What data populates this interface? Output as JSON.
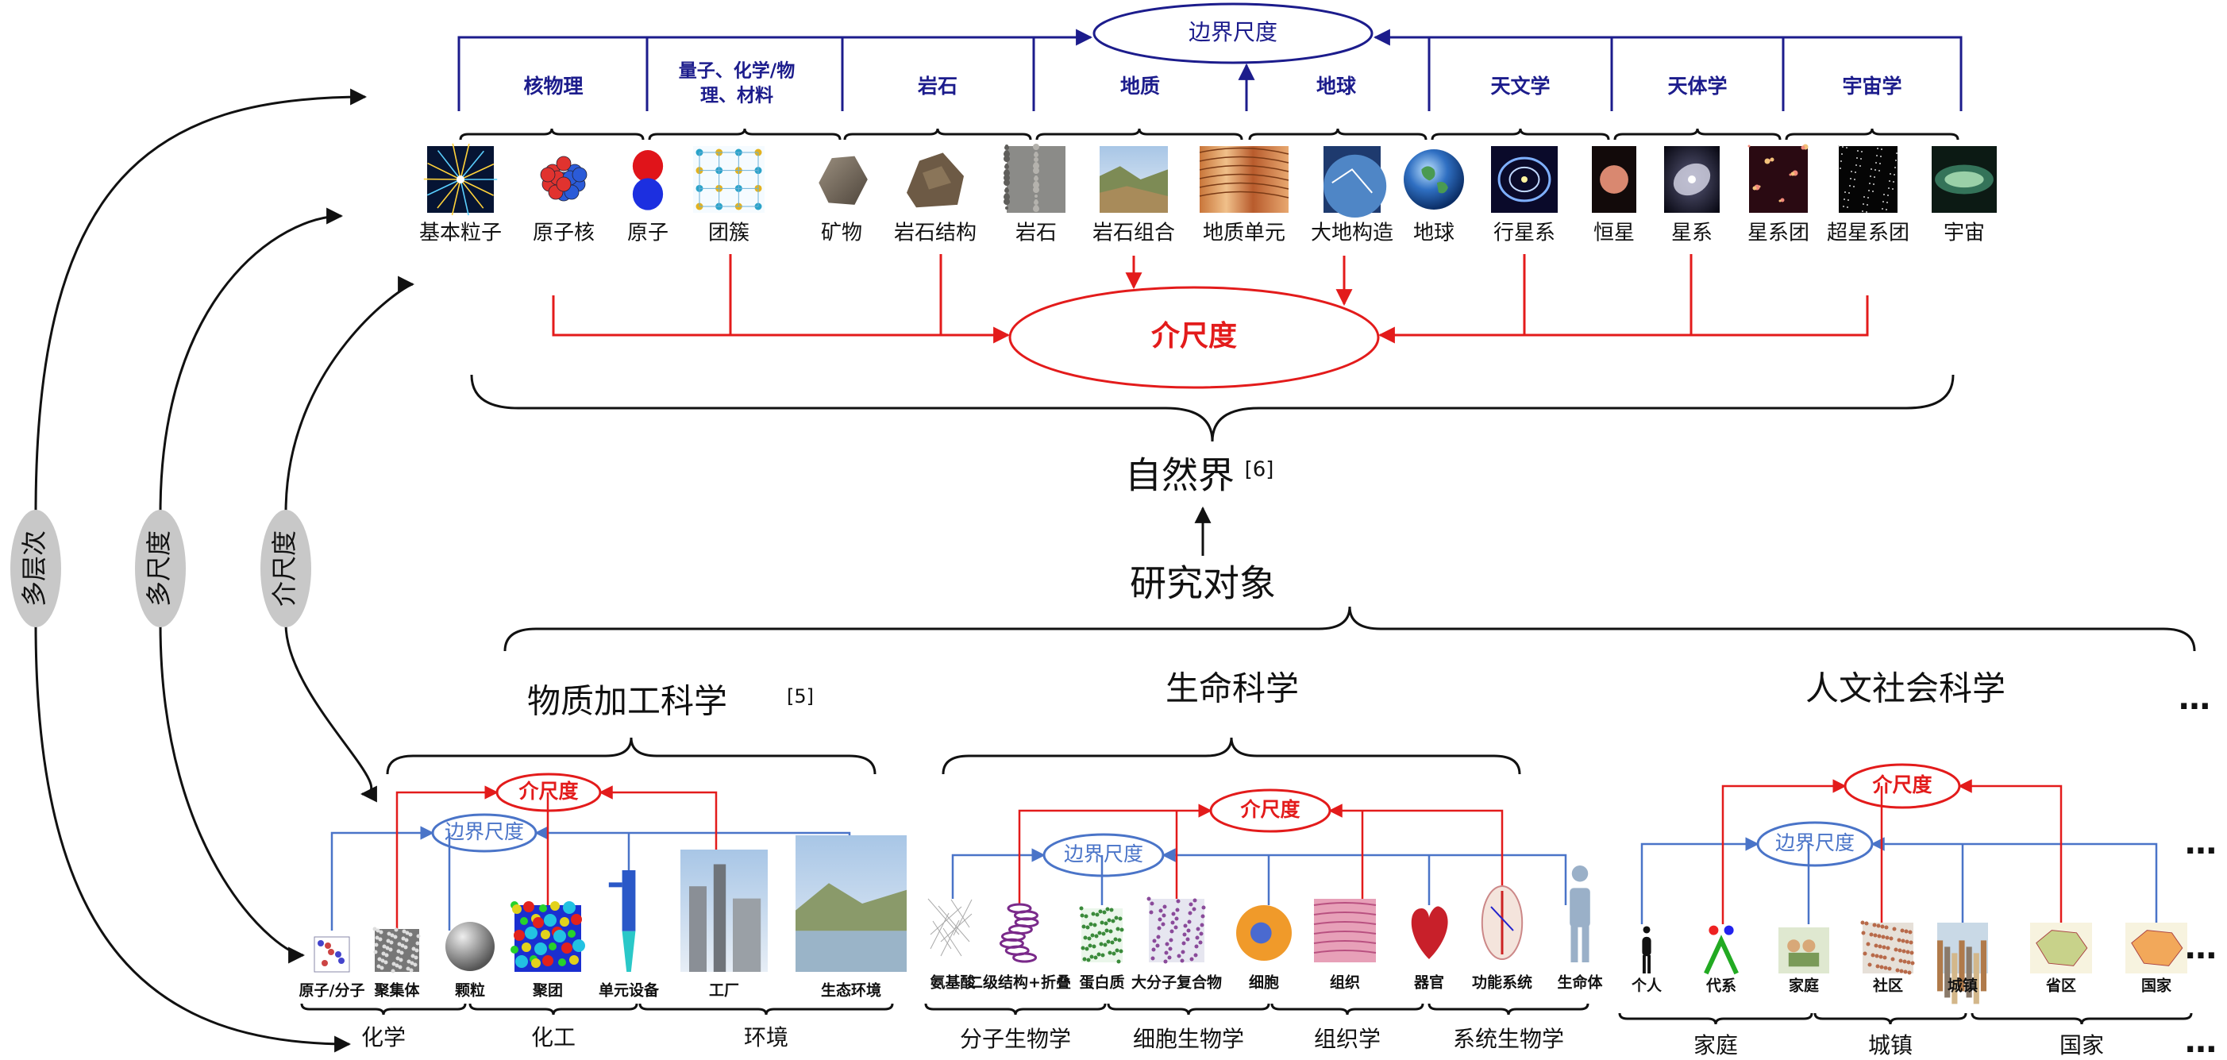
{
  "colors": {
    "boundary": "#1c1c8c",
    "boundary_light": "#4a74c8",
    "meso": "#e31b1b",
    "text": "#111111"
  },
  "nature": {
    "boundary_scale": "边界尺度",
    "meso_scale": "介尺度",
    "title": "自然界",
    "title_ref": "[6]",
    "disciplines": [
      "核物理",
      "量子、化学/物理、材料",
      "岩石",
      "地质",
      "地球",
      "天文学",
      "天体学",
      "宇宙学"
    ],
    "levels": [
      {
        "label": "基本粒子",
        "icon": "particle-collision-icon"
      },
      {
        "label": "原子核",
        "icon": "atomic-nucleus-icon"
      },
      {
        "label": "原子",
        "icon": "atom-icon"
      },
      {
        "label": "团簇",
        "icon": "cluster-lattice-icon"
      },
      {
        "label": "矿物",
        "icon": "mineral-icon"
      },
      {
        "label": "岩石结构",
        "icon": "rock-structure-icon"
      },
      {
        "label": "岩石",
        "icon": "rock-icon"
      },
      {
        "label": "岩石组合",
        "icon": "rock-assemblage-icon"
      },
      {
        "label": "地质单元",
        "icon": "geologic-unit-icon"
      },
      {
        "label": "大地构造",
        "icon": "tectonics-icon"
      },
      {
        "label": "地球",
        "icon": "earth-icon"
      },
      {
        "label": "行星系",
        "icon": "planetary-system-icon"
      },
      {
        "label": "恒星",
        "icon": "star-icon"
      },
      {
        "label": "星系",
        "icon": "galaxy-icon"
      },
      {
        "label": "星系团",
        "icon": "galaxy-cluster-icon"
      },
      {
        "label": "超星系团",
        "icon": "supercluster-icon"
      },
      {
        "label": "宇宙",
        "icon": "universe-icon"
      }
    ]
  },
  "research_object": "研究对象",
  "side_labels": [
    "多层次",
    "多尺度",
    "介尺度"
  ],
  "fields": [
    {
      "title": "物质加工科学",
      "ref": "[5]",
      "boundary_scale": "边界尺度",
      "meso_scale": "介尺度",
      "levels": [
        "原子/分子",
        "聚集体",
        "颗粒",
        "聚团",
        "单元设备",
        "工厂",
        "生态环境"
      ],
      "subjects": [
        "化学",
        "化工",
        "环境"
      ]
    },
    {
      "title": "生命科学",
      "boundary_scale": "边界尺度",
      "meso_scale": "介尺度",
      "levels": [
        "氨基酸",
        "二级结构+折叠",
        "蛋白质",
        "大分子复合物",
        "细胞",
        "组织",
        "器官",
        "功能系统",
        "生命体"
      ],
      "subjects": [
        "分子生物学",
        "细胞生物学",
        "组织学",
        "系统生物学"
      ]
    },
    {
      "title": "人文社会科学",
      "boundary_scale": "边界尺度",
      "meso_scale": "介尺度",
      "levels": [
        "个人",
        "代系",
        "家庭",
        "社区",
        "城镇",
        "省区",
        "国家"
      ],
      "subjects": [
        "家庭",
        "城镇",
        "国家"
      ]
    }
  ],
  "ellipsis": "…"
}
